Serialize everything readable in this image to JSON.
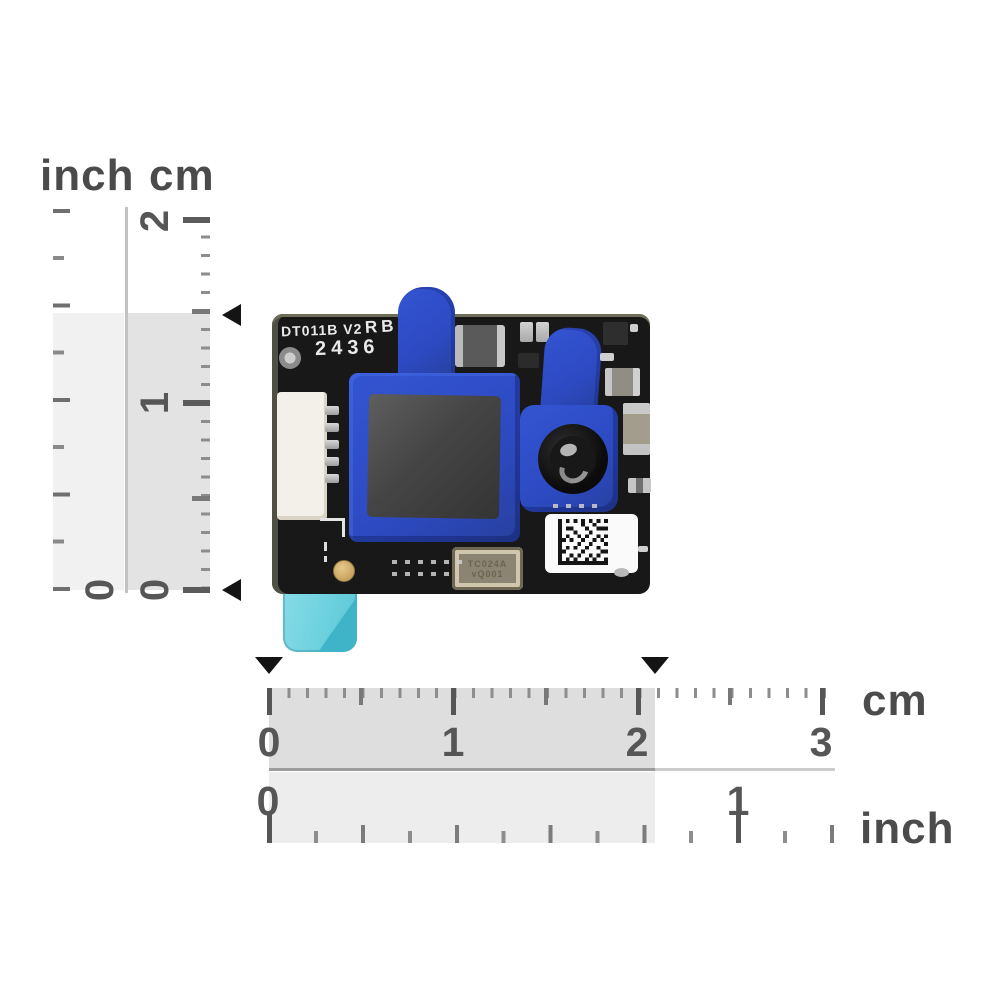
{
  "header": {
    "inch_label": "inch",
    "cm_label": "cm"
  },
  "vertical_ruler": {
    "cm_values": [
      "2",
      "1",
      "0"
    ],
    "inch_zero": "0"
  },
  "bottom_ruler": {
    "cm_values": [
      "0",
      "1",
      "2",
      "3"
    ],
    "inch_values": [
      "0",
      "1"
    ],
    "cm_unit": "cm",
    "inch_unit": "inch"
  },
  "board": {
    "silkscreen_model": "DT011B V2",
    "silkscreen_code": "RB",
    "silkscreen_batch": "2436",
    "oscillator_line1": "TC024A",
    "oscillator_line2": "vQ001"
  },
  "colors": {
    "accent_blue": "#2d4ac2",
    "flex_cable_teal": "#6fd2df",
    "pcb_black": "#181818",
    "ruler_gray": "#565656",
    "shade_light": "#ededed",
    "shade_dark": "#dedede"
  }
}
